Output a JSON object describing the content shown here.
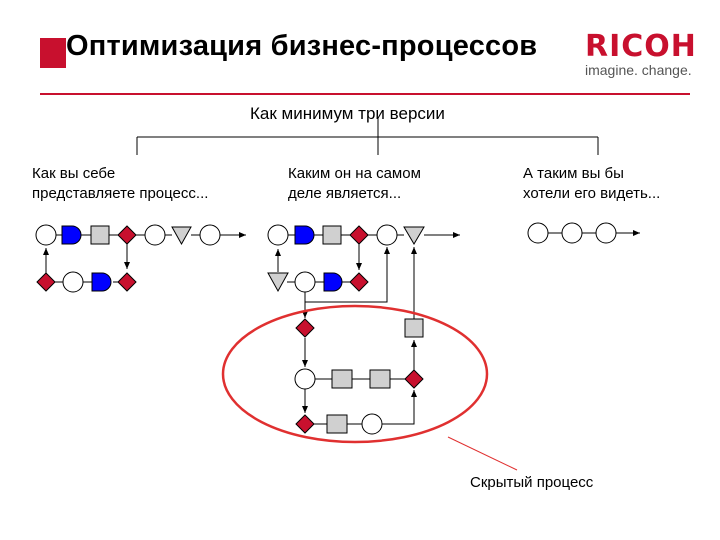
{
  "header": {
    "title": "Оптимизация бизнес-процессов",
    "logo_word": "RICOH",
    "logo_tagline": "imagine. change."
  },
  "diagram": {
    "heading": "Как минимум три версии",
    "columns": [
      {
        "line1": "Как вы себе",
        "line2": "представляете процесс..."
      },
      {
        "line1": "Каким он на самом",
        "line2": "деле является..."
      },
      {
        "line1": "А таким вы бы",
        "line2": "хотели его видеть..."
      }
    ],
    "hidden_label": "Скрытый процесс"
  },
  "colors": {
    "brand_red": "#c8102e",
    "delay_blue": "#0000ff",
    "decision_red": "#c8102e",
    "operation_gray": "#d0d0d0",
    "ellipse_red": "#e03030"
  }
}
